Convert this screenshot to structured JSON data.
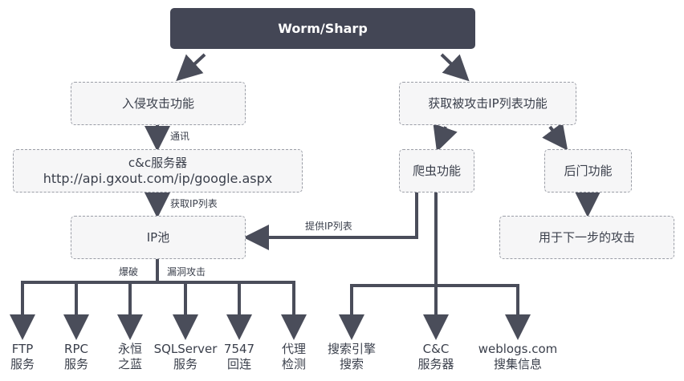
{
  "root": "Worm/Sharp",
  "left": {
    "attack": "入侵攻击功能",
    "comm_label": "通讯",
    "cnc_line1": "c&c服务器",
    "cnc_line2": "http://api.gxout.com/ip/google.aspx",
    "get_ip_label": "获取IP列表",
    "ip_pool": "IP池",
    "brute_label": "爆破",
    "vuln_label": "漏洞攻击",
    "leaves": [
      {
        "l1": "FTP",
        "l2": "服务"
      },
      {
        "l1": "RPC",
        "l2": "服务"
      },
      {
        "l1": "永恒",
        "l2": "之蓝"
      },
      {
        "l1": "SQLServer",
        "l2": "服务"
      },
      {
        "l1": "7547",
        "l2": "回连"
      },
      {
        "l1": "代理",
        "l2": "检测"
      }
    ]
  },
  "right": {
    "get_list": "获取被攻击IP列表功能",
    "crawler": "爬虫功能",
    "backdoor": "后门功能",
    "next_attack": "用于下一步的攻击",
    "provide_label": "提供IP列表",
    "leaves": [
      {
        "l1": "搜索引擎",
        "l2": "搜索"
      },
      {
        "l1": "C&C",
        "l2": "服务器"
      },
      {
        "l1": "weblogs.com",
        "l2": "搜集信息"
      }
    ]
  },
  "colors": {
    "arrow": "#4a4d5a",
    "root_bg": "#434655",
    "box_bg": "#f6f6f7",
    "box_border": "#9a9da6"
  }
}
